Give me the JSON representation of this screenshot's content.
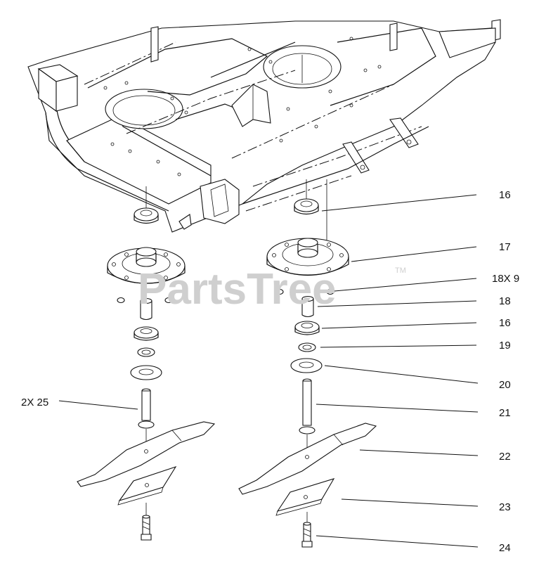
{
  "watermark": {
    "text": "PartsTree",
    "trademark": "TM"
  },
  "callouts": [
    {
      "id": "c16a",
      "label": "16"
    },
    {
      "id": "c17",
      "label": "17"
    },
    {
      "id": "c18x9",
      "label": "18X 9"
    },
    {
      "id": "c18",
      "label": "18"
    },
    {
      "id": "c16b",
      "label": "16"
    },
    {
      "id": "c19",
      "label": "19"
    },
    {
      "id": "c20",
      "label": "20"
    },
    {
      "id": "c2x25",
      "label": "2X 25"
    },
    {
      "id": "c21",
      "label": "21"
    },
    {
      "id": "c22",
      "label": "22"
    },
    {
      "id": "c23",
      "label": "23"
    },
    {
      "id": "c24",
      "label": "24"
    }
  ]
}
